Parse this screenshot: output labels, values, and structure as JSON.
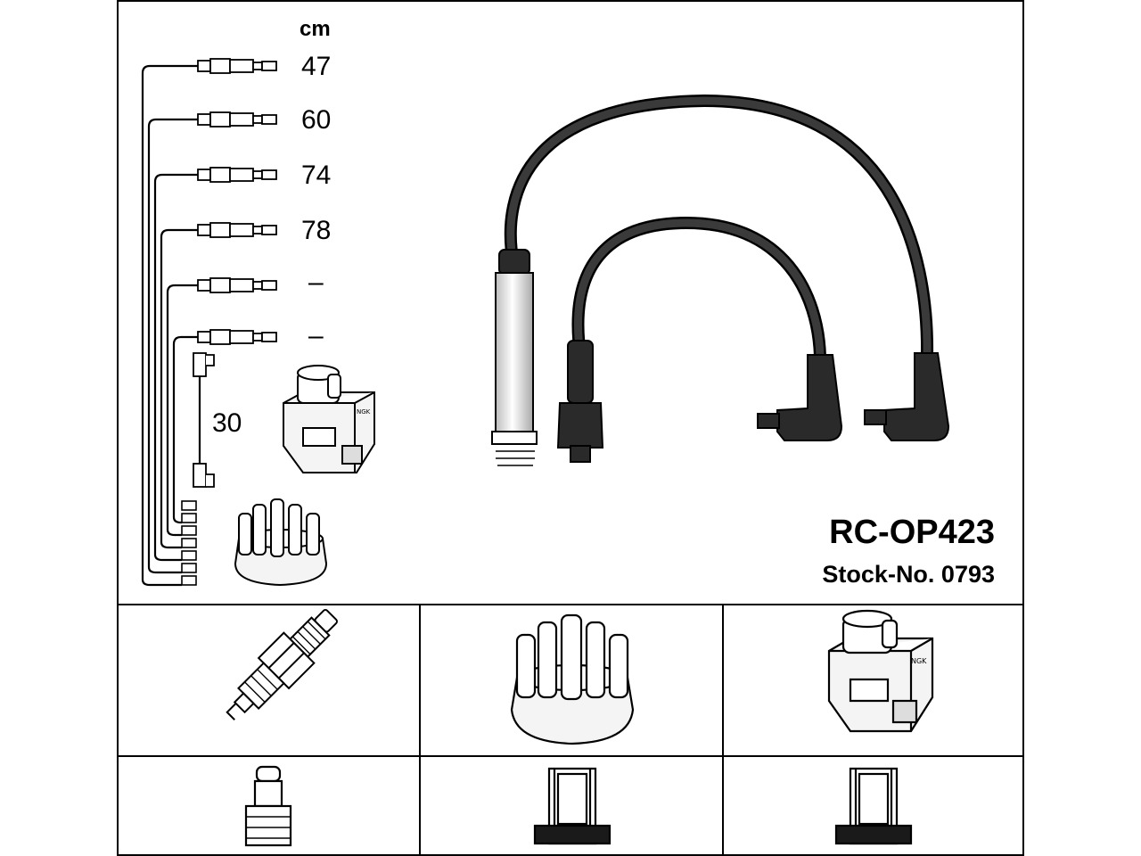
{
  "header": {
    "unit": "cm"
  },
  "cables": [
    {
      "length": "47"
    },
    {
      "length": "60"
    },
    {
      "length": "74"
    },
    {
      "length": "78"
    },
    {
      "length": "–"
    },
    {
      "length": "–"
    }
  ],
  "coil_cable": {
    "length": "30"
  },
  "product": {
    "code": "RC-OP423",
    "stock": "Stock-No. 0793"
  },
  "colors": {
    "line": "#000000",
    "cable": "#1a1a1a",
    "background": "#ffffff",
    "metal": "#d8d8d8"
  },
  "icons": [
    "spark-plug-icon",
    "distributor-cap-icon",
    "ignition-coil-icon",
    "plug-terminal-icon",
    "cap-terminal-icon",
    "coil-terminal-icon"
  ]
}
